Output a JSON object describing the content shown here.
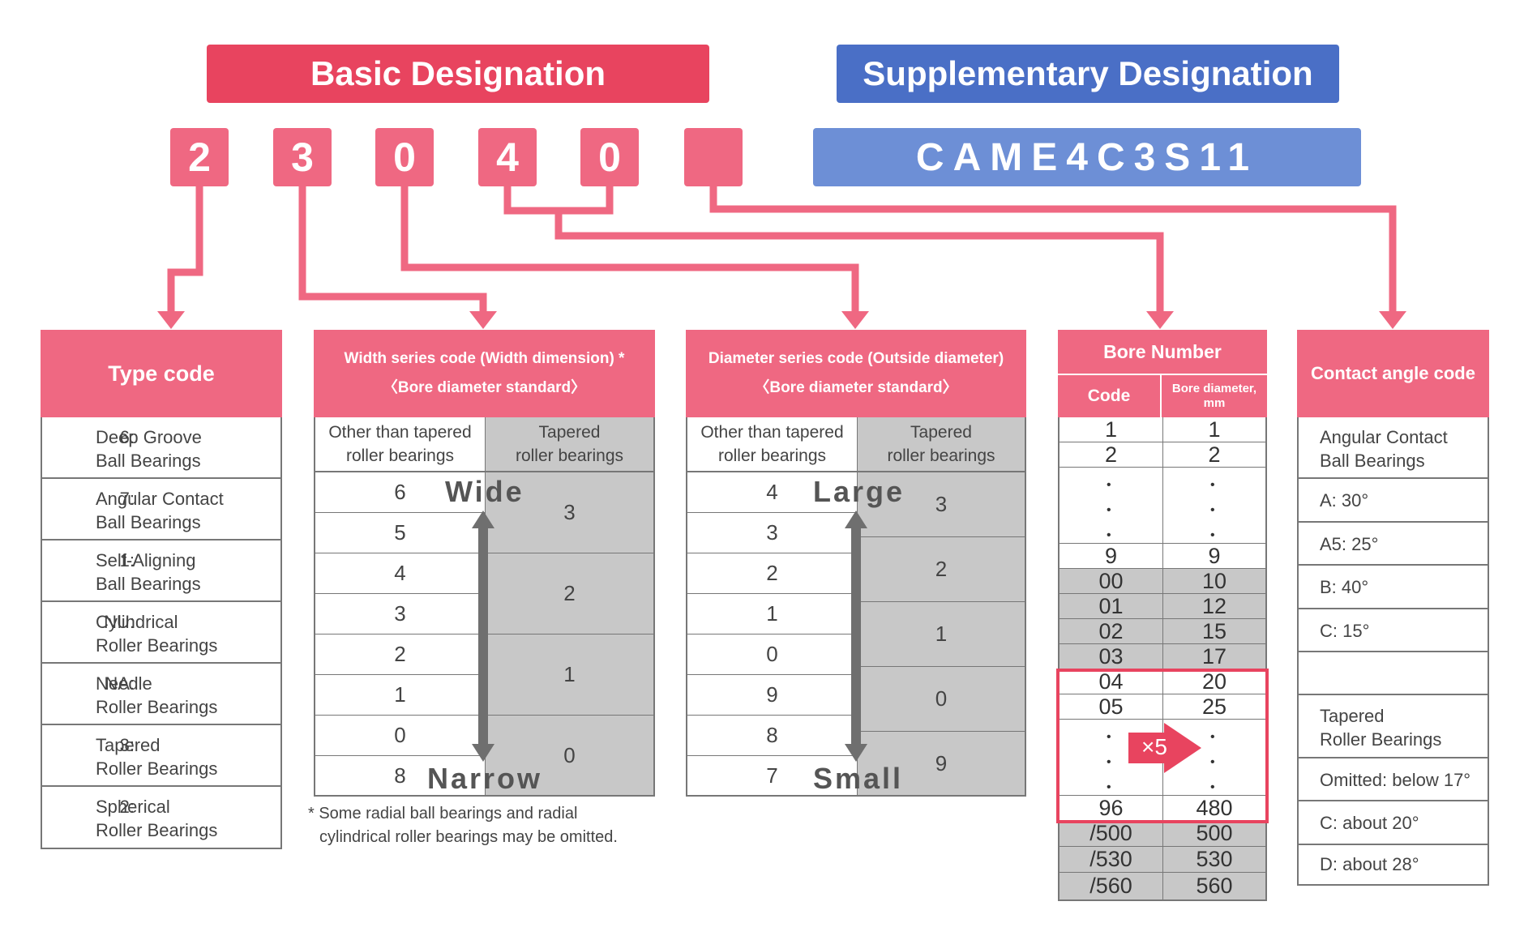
{
  "header": {
    "basic": "Basic Designation",
    "supplementary": "Supplementary Designation"
  },
  "digits": [
    "2",
    "3",
    "0",
    "4",
    "0",
    ""
  ],
  "supplementary_code": "CAME4C3S11",
  "type_code": {
    "title": "Type code",
    "rows": [
      {
        "code": "6:",
        "line1": "Deep Groove",
        "line2": "Ball Bearings"
      },
      {
        "code": "7:",
        "line1": "Angular Contact",
        "line2": "Ball Bearings"
      },
      {
        "code": "1:",
        "line1": "Self-Aligning",
        "line2": "Ball Bearings"
      },
      {
        "code": "NU:",
        "line1": "Cylindrical",
        "line2": "Roller Bearings"
      },
      {
        "code": "NA:",
        "line1": "Needle",
        "line2": "Roller Bearings"
      },
      {
        "code": "3:",
        "line1": "Tapered",
        "line2": "Roller Bearings"
      },
      {
        "code": "2:",
        "line1": "Spherical",
        "line2": "Roller Bearings"
      }
    ]
  },
  "width_series": {
    "title_line1": "Width series code (Width dimension) *",
    "title_line2": "〈Bore diameter standard〉",
    "col1_line1": "Other than tapered",
    "col1_line2": "roller bearings",
    "col2_line1": "Tapered",
    "col2_line2": "roller bearings",
    "left_values": [
      "6",
      "5",
      "4",
      "3",
      "2",
      "1",
      "0",
      "8"
    ],
    "right_values": [
      "3",
      "2",
      "1",
      "0"
    ],
    "top_word": "Wide",
    "bottom_word": "Narrow",
    "footnote_line1": "* Some radial ball bearings and radial",
    "footnote_line2": "cylindrical roller bearings may be omitted."
  },
  "diameter_series": {
    "title_line1": "Diameter series code (Outside diameter)",
    "title_line2": "〈Bore diameter standard〉",
    "col1_line1": "Other than tapered",
    "col1_line2": "roller bearings",
    "col2_line1": "Tapered",
    "col2_line2": "roller bearings",
    "left_values": [
      "4",
      "3",
      "2",
      "1",
      "0",
      "9",
      "8",
      "7"
    ],
    "right_values": [
      "3",
      "2",
      "1",
      "0",
      "9"
    ],
    "top_word": "Large",
    "bottom_word": "Small"
  },
  "bore_number": {
    "title": "Bore Number",
    "col_code": "Code",
    "col_diam_line1": "Bore diameter,",
    "col_diam_line2": "mm",
    "rows_top": [
      [
        "1",
        "1"
      ],
      [
        "2",
        "2"
      ]
    ],
    "dot": "•",
    "rows_mid": [
      [
        "9",
        "9"
      ],
      [
        "00",
        "10"
      ],
      [
        "01",
        "12"
      ],
      [
        "02",
        "15"
      ],
      [
        "03",
        "17"
      ],
      [
        "04",
        "20"
      ],
      [
        "05",
        "25"
      ]
    ],
    "row_96": [
      "96",
      "480"
    ],
    "rows_bottom": [
      [
        "/500",
        "500"
      ],
      [
        "/530",
        "530"
      ],
      [
        "/560",
        "560"
      ]
    ],
    "multiplier": "×5"
  },
  "contact_angle": {
    "title": "Contact angle code",
    "group1_line1": "Angular Contact",
    "group1_line2": "Ball Bearings",
    "rows1": [
      "A: 30°",
      "A5: 25°",
      "B: 40°",
      "C: 15°"
    ],
    "group2_line1": "Tapered",
    "group2_line2": "Roller Bearings",
    "rows2": [
      "Omitted: below 17°",
      "C: about 20°",
      "D: about 28°"
    ]
  },
  "colors": {
    "basic": "#e8445f",
    "supplementary": "#4a6fc6",
    "digit": "#ef6882",
    "connector": "#ef6882",
    "gray_cell": "#c8c8c8"
  }
}
